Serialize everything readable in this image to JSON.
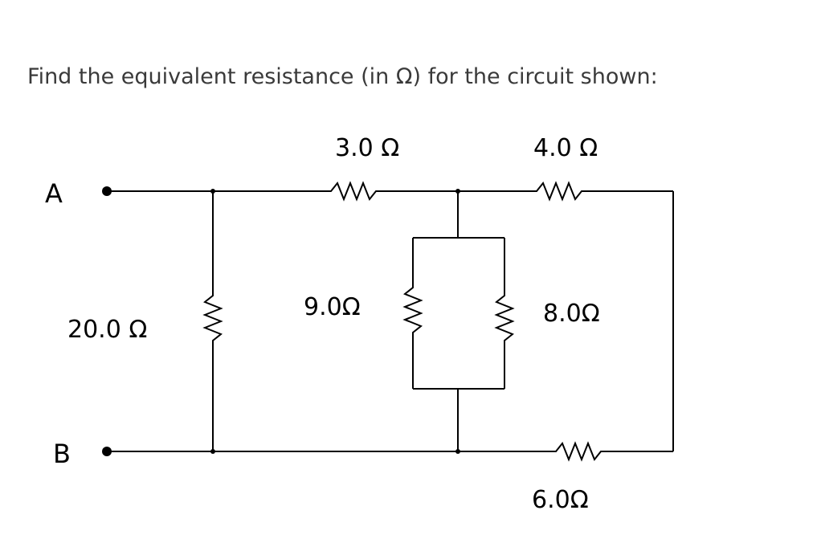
{
  "question": {
    "text": "Find the equivalent resistance (in Ω) for the circuit shown:"
  },
  "terminals": {
    "a": "A",
    "b": "B"
  },
  "resistors": {
    "r3": "3.0 Ω",
    "r4": "4.0 Ω",
    "r20": "20.0 Ω",
    "r9": "9.0Ω",
    "r8": "8.0Ω",
    "r6": "6.0Ω"
  }
}
